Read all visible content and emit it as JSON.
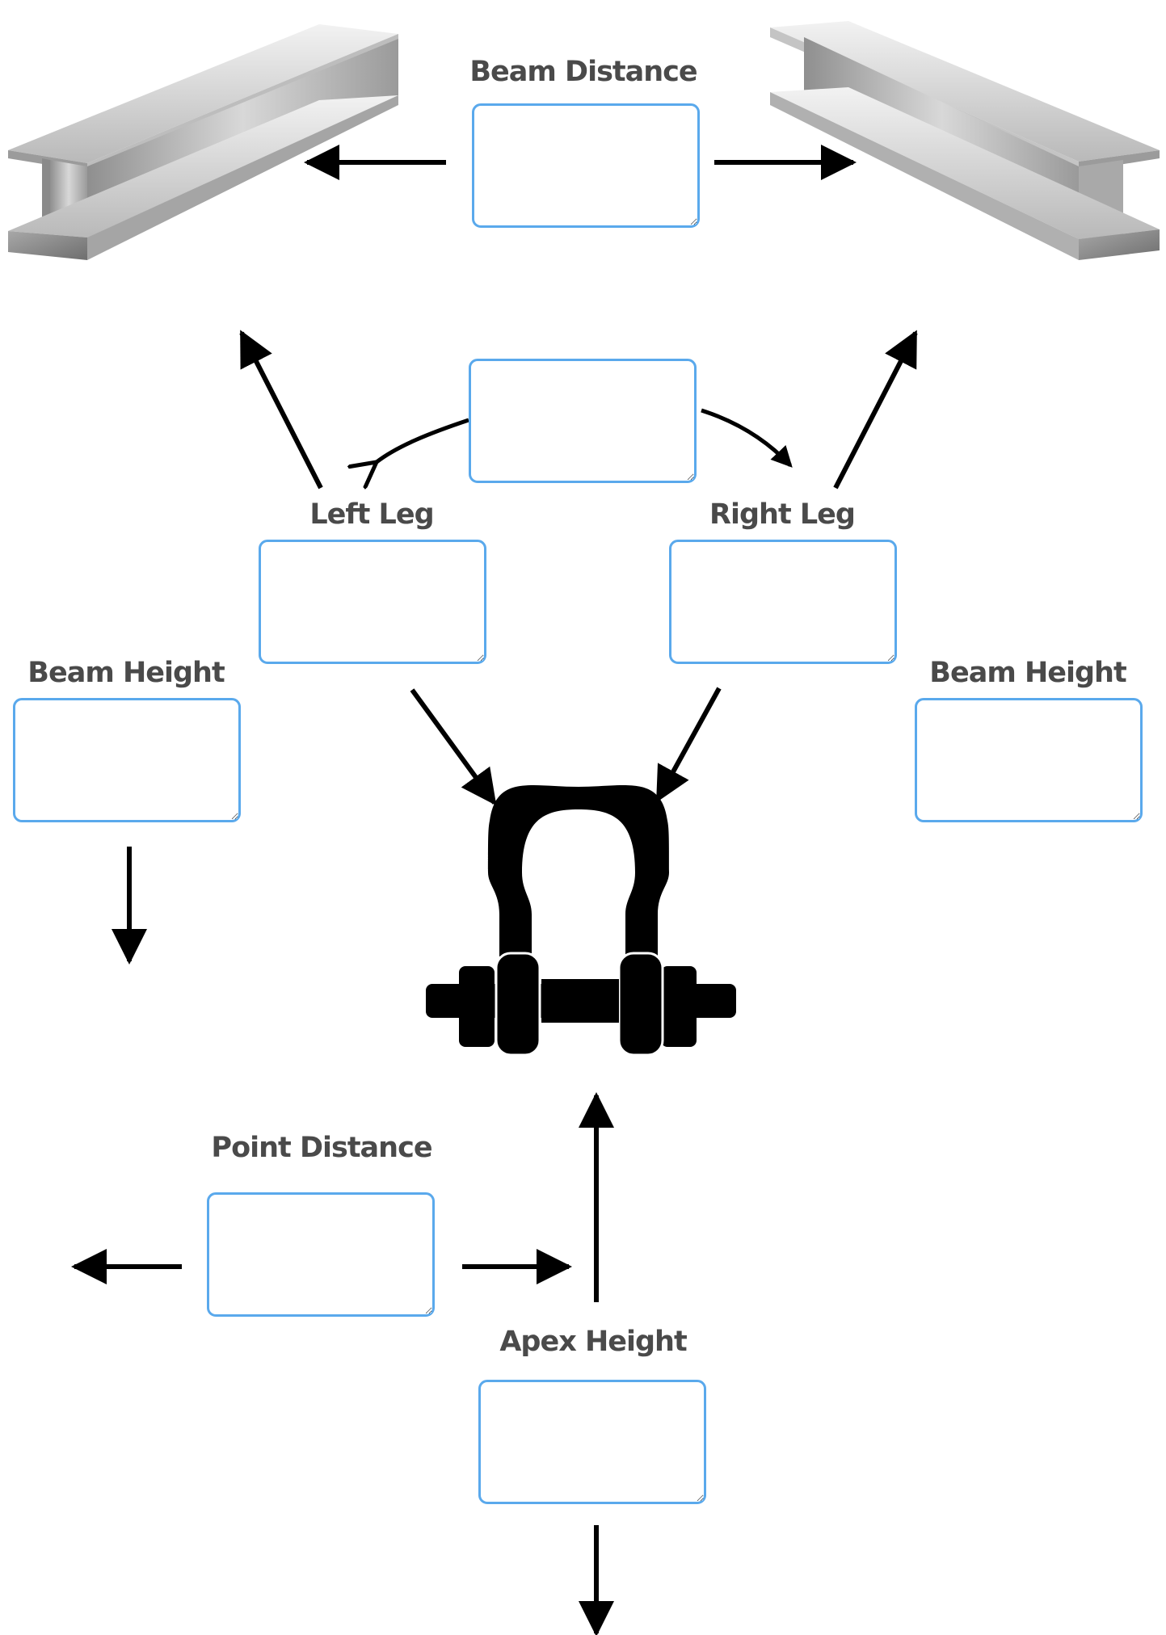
{
  "colors": {
    "box_border": "#5aa9ec",
    "label_text": "#4a4a4a",
    "arrow": "#000000"
  },
  "labels": {
    "beam_distance": "Beam Distance",
    "left_leg": "Left Leg",
    "right_leg": "Right Leg",
    "beam_height_left": "Beam Height",
    "beam_height_right": "Beam Height",
    "point_distance": "Point Distance",
    "apex_height": "Apex Height"
  },
  "inputs": {
    "beam_distance": "",
    "angle": "",
    "left_leg": "",
    "right_leg": "",
    "beam_height_left": "",
    "beam_height_right": "",
    "point_distance": "",
    "apex_height": ""
  },
  "icons": {
    "left_beam": "steel-i-beam-icon",
    "right_beam": "steel-i-beam-icon",
    "shackle": "shackle-icon"
  }
}
